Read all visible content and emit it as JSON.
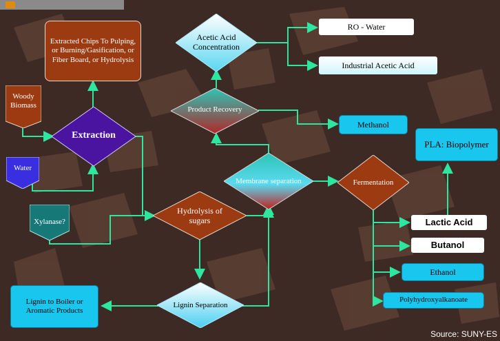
{
  "nodes": {
    "extracted_chips": "Extracted Chips To Pulping, or Burning/Gasification, or Fiber Board, or Hydrolysis",
    "woody_biomass": "Woody Biomass",
    "extraction": "Extraction",
    "water": "Water",
    "xylanase": "Xylanase?",
    "acetic_acid_concentration": "Acetic Acid Concentration",
    "product_recovery": "Product Recovery",
    "membrane_separation": "Membrane separation",
    "hydrolysis_of_sugars": "Hydrolysis of sugars",
    "lignin_separation": "Lignin Separation",
    "fermentation": "Fermentation",
    "ro_water": "RO - Water",
    "industrial_acetic_acid": "Industrial Acetic Acid",
    "methanol": "Methanol",
    "pla_biopolymer": "PLA: Biopolymer",
    "lactic_acid": "Lactic Acid",
    "butanol": "Butanol",
    "ethanol": "Ethanol",
    "polyhydroxyalkanoate": "Polyhydroxyalkanoate",
    "lignin_to_boiler": "Lignin to Boiler or Aromatic Products"
  },
  "source": "Source: SUNY-ES",
  "colors": {
    "arrow": "#2ee6a0",
    "brown_box": "#9c3a12",
    "cyan_box": "#18c6ee",
    "extraction_diamond": "#4a14a0",
    "background": "#3d2a24"
  },
  "icons": [
    "note-icon"
  ]
}
